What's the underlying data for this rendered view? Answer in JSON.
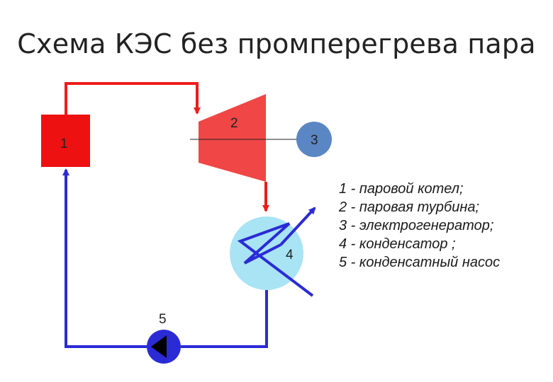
{
  "title": "Схема КЭС без промперегрева пара",
  "labels": {
    "boiler": "1",
    "turbine": "2",
    "generator": "3",
    "condenser": "4",
    "pump": "5"
  },
  "legend": [
    "1 - паровой котел;",
    "2 - паровая турбина;",
    "3 - электрогенератор;",
    "4 - конденсатор ;",
    "5 - конденсатный насос"
  ],
  "colors": {
    "steam_line": "#ee1c1c",
    "water_line": "#2b2bd6",
    "boiler": "#ee1111",
    "turbine": "#f04646",
    "generator": "#5b86c4",
    "condenser": "#a8e4f4",
    "pump": "#2b2bd6"
  }
}
